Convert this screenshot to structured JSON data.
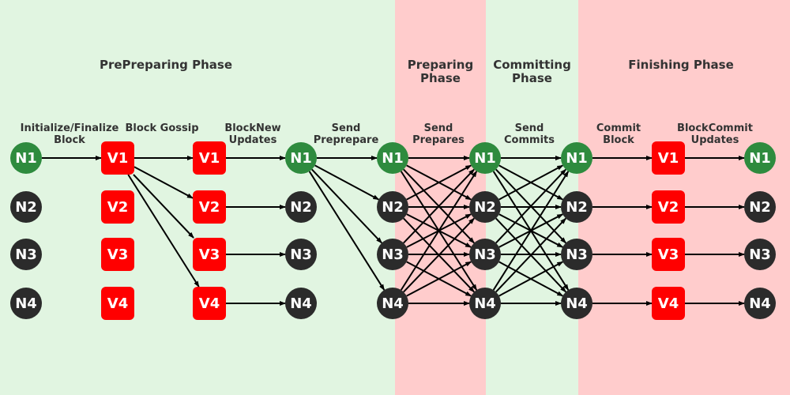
{
  "colors": {
    "green_band": "#e1f5e1",
    "red_band": "#ffcccc",
    "primary_node": "#2e8b3e",
    "other_node": "#2b2b2b",
    "validator": "#ff0000",
    "edge": "#000000"
  },
  "phases": [
    {
      "id": "preprepare",
      "label": "PrePreparing Phase",
      "band": "green"
    },
    {
      "id": "prepare",
      "label": "Preparing\nPhase",
      "band": "red"
    },
    {
      "id": "commit",
      "label": "Committing\nPhase",
      "band": "green"
    },
    {
      "id": "finish",
      "label": "Finishing Phase",
      "band": "red"
    }
  ],
  "step_labels": [
    {
      "text": "Initialize/Finalize\nBlock"
    },
    {
      "text": "Block Gossip"
    },
    {
      "text": "BlockNew\nUpdates"
    },
    {
      "text": "Send\nPreprepare"
    },
    {
      "text": "Send\nPrepares"
    },
    {
      "text": "Send\nCommits"
    },
    {
      "text": "Commit\nBlock"
    },
    {
      "text": "BlockCommit\nUpdates"
    }
  ],
  "columns": [
    {
      "kind": "node",
      "labels": [
        "N1",
        "N2",
        "N3",
        "N4"
      ]
    },
    {
      "kind": "validator",
      "labels": [
        "V1",
        "V2",
        "V3",
        "V4"
      ]
    },
    {
      "kind": "validator",
      "labels": [
        "V1",
        "V2",
        "V3",
        "V4"
      ]
    },
    {
      "kind": "node",
      "labels": [
        "N1",
        "N2",
        "N3",
        "N4"
      ]
    },
    {
      "kind": "node",
      "labels": [
        "N1",
        "N2",
        "N3",
        "N4"
      ]
    },
    {
      "kind": "node",
      "labels": [
        "N1",
        "N2",
        "N3",
        "N4"
      ]
    },
    {
      "kind": "node",
      "labels": [
        "N1",
        "N2",
        "N3",
        "N4"
      ]
    },
    {
      "kind": "validator",
      "labels": [
        "V1",
        "V2",
        "V3",
        "V4"
      ]
    },
    {
      "kind": "node",
      "labels": [
        "N1",
        "N2",
        "N3",
        "N4"
      ]
    }
  ],
  "edges": [
    {
      "from": [
        0,
        0
      ],
      "to": [
        1,
        0
      ]
    },
    {
      "from": [
        1,
        0
      ],
      "to": [
        2,
        0
      ]
    },
    {
      "from": [
        1,
        0
      ],
      "to": [
        2,
        1
      ]
    },
    {
      "from": [
        1,
        0
      ],
      "to": [
        2,
        2
      ]
    },
    {
      "from": [
        1,
        0
      ],
      "to": [
        2,
        3
      ]
    },
    {
      "from": [
        2,
        0
      ],
      "to": [
        3,
        0
      ]
    },
    {
      "from": [
        2,
        1
      ],
      "to": [
        3,
        1
      ]
    },
    {
      "from": [
        2,
        2
      ],
      "to": [
        3,
        2
      ]
    },
    {
      "from": [
        2,
        3
      ],
      "to": [
        3,
        3
      ]
    },
    {
      "from": [
        3,
        0
      ],
      "to": [
        4,
        0
      ]
    },
    {
      "from": [
        3,
        0
      ],
      "to": [
        4,
        1
      ]
    },
    {
      "from": [
        3,
        0
      ],
      "to": [
        4,
        2
      ]
    },
    {
      "from": [
        3,
        0
      ],
      "to": [
        4,
        3
      ]
    },
    {
      "all_to_all": [
        4,
        5
      ]
    },
    {
      "all_to_all": [
        5,
        6
      ]
    },
    {
      "from": [
        6,
        0
      ],
      "to": [
        7,
        0
      ]
    },
    {
      "from": [
        6,
        1
      ],
      "to": [
        7,
        1
      ]
    },
    {
      "from": [
        6,
        2
      ],
      "to": [
        7,
        2
      ]
    },
    {
      "from": [
        6,
        3
      ],
      "to": [
        7,
        3
      ]
    },
    {
      "from": [
        7,
        0
      ],
      "to": [
        8,
        0
      ]
    },
    {
      "from": [
        7,
        1
      ],
      "to": [
        8,
        1
      ]
    },
    {
      "from": [
        7,
        2
      ],
      "to": [
        8,
        2
      ]
    },
    {
      "from": [
        7,
        3
      ],
      "to": [
        8,
        3
      ]
    }
  ],
  "visible_nodes": {
    "col0": [
      0,
      1,
      2,
      3
    ]
  }
}
